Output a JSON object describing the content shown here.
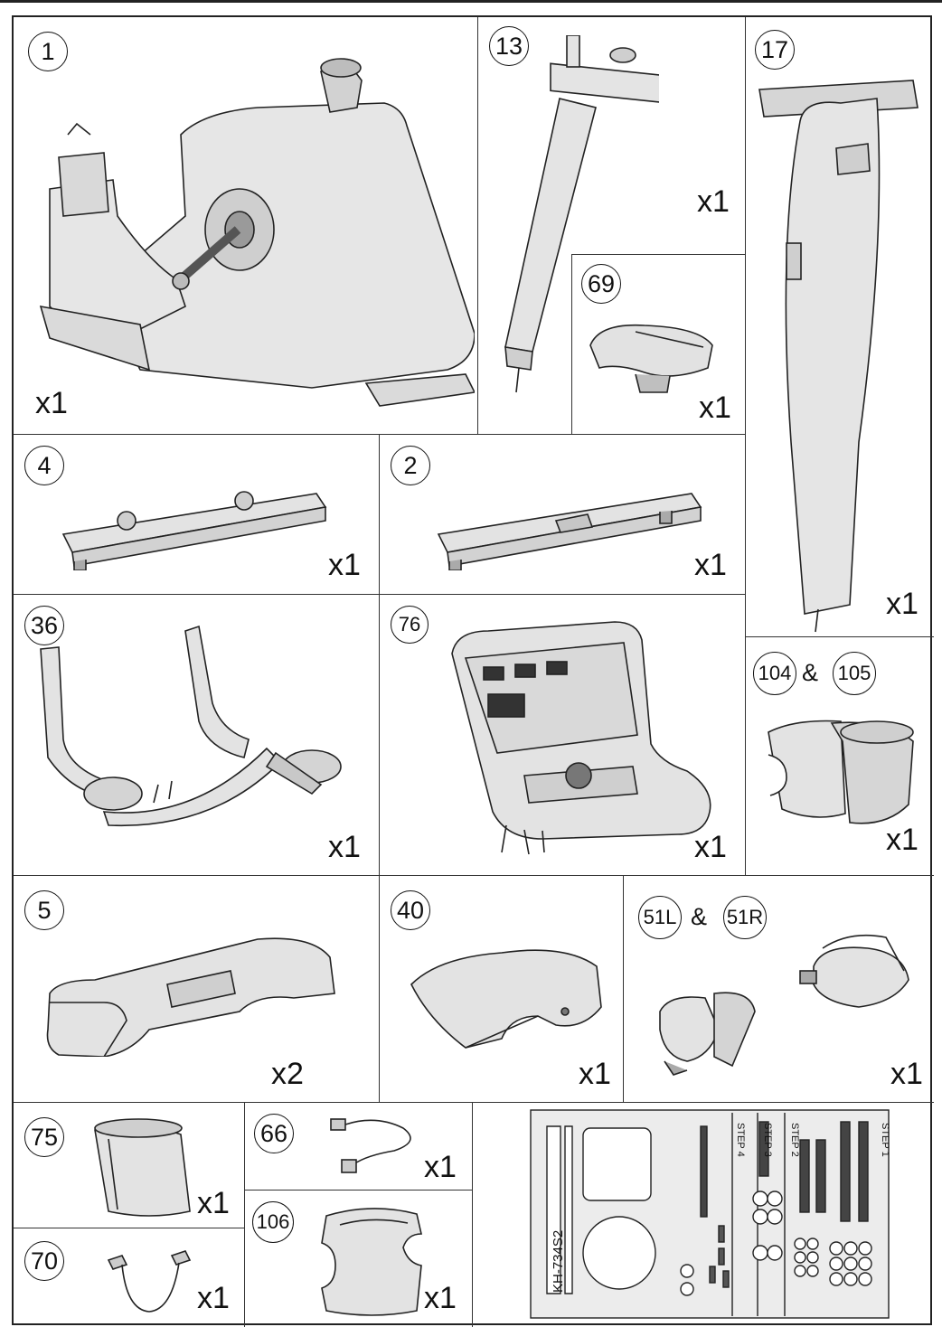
{
  "parts": [
    {
      "id": "p1",
      "labels": [
        "1"
      ],
      "qty": "x1"
    },
    {
      "id": "p13",
      "labels": [
        "13"
      ],
      "qty": "x1"
    },
    {
      "id": "p17",
      "labels": [
        "17"
      ],
      "qty": "x1"
    },
    {
      "id": "p69",
      "labels": [
        "69"
      ],
      "qty": "x1"
    },
    {
      "id": "p4",
      "labels": [
        "4"
      ],
      "qty": "x1"
    },
    {
      "id": "p2",
      "labels": [
        "2"
      ],
      "qty": "x1"
    },
    {
      "id": "p36",
      "labels": [
        "36"
      ],
      "qty": "x1"
    },
    {
      "id": "p76",
      "labels": [
        "76"
      ],
      "qty": "x1"
    },
    {
      "id": "p104",
      "labels": [
        "104",
        "105"
      ],
      "joiner": "&",
      "qty": "x1"
    },
    {
      "id": "p5",
      "labels": [
        "5"
      ],
      "qty": "x2"
    },
    {
      "id": "p40",
      "labels": [
        "40"
      ],
      "qty": "x1"
    },
    {
      "id": "p51",
      "labels": [
        "51L",
        "51R"
      ],
      "joiner": "&",
      "qty": "x1"
    },
    {
      "id": "p75",
      "labels": [
        "75"
      ],
      "qty": "x1"
    },
    {
      "id": "p66",
      "labels": [
        "66"
      ],
      "qty": "x1"
    },
    {
      "id": "p70",
      "labels": [
        "70"
      ],
      "qty": "x1"
    },
    {
      "id": "p106",
      "labels": [
        "106"
      ],
      "qty": "x1"
    }
  ],
  "hardware_kit": {
    "model": "KH-734S2",
    "steps": [
      "STEP 1",
      "STEP 2",
      "STEP 3",
      "STEP 4"
    ]
  }
}
